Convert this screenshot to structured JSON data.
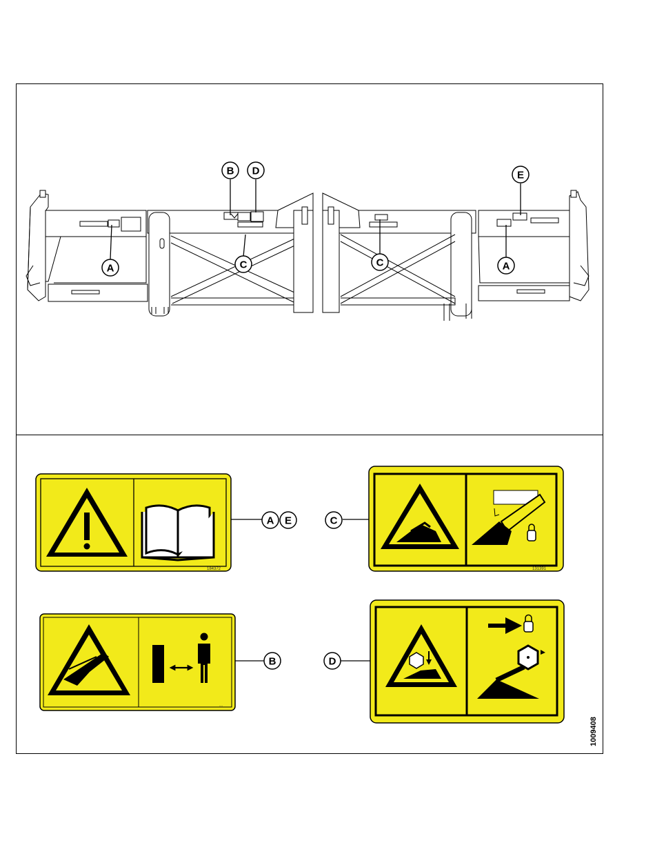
{
  "figure_id": "1009408",
  "colors": {
    "decal_yellow": "#f2ea1a",
    "line": "#000000",
    "background": "#ffffff"
  },
  "callouts": {
    "top": [
      {
        "letter": "B"
      },
      {
        "letter": "D"
      },
      {
        "letter": "E"
      },
      {
        "letter": "C"
      },
      {
        "letter": "C"
      },
      {
        "letter": "A"
      },
      {
        "letter": "A"
      }
    ],
    "decals": [
      {
        "letter": "A"
      },
      {
        "letter": "E"
      },
      {
        "letter": "C"
      },
      {
        "letter": "B"
      },
      {
        "letter": "D"
      }
    ]
  },
  "decals": [
    {
      "id": "AE",
      "code": "184372",
      "icons": [
        "warning-exclamation-icon",
        "operator-manual-icon"
      ]
    },
    {
      "id": "C",
      "code": "131391",
      "icons": [
        "crushing-hazard-icon",
        "lock-cylinder-icon"
      ]
    },
    {
      "id": "B",
      "code": "...",
      "icons": [
        "hand-crushing-icon",
        "keep-clear-icon"
      ]
    },
    {
      "id": "D",
      "code": "",
      "icons": [
        "reel-hazard-icon",
        "reel-lock-icon"
      ]
    }
  ]
}
